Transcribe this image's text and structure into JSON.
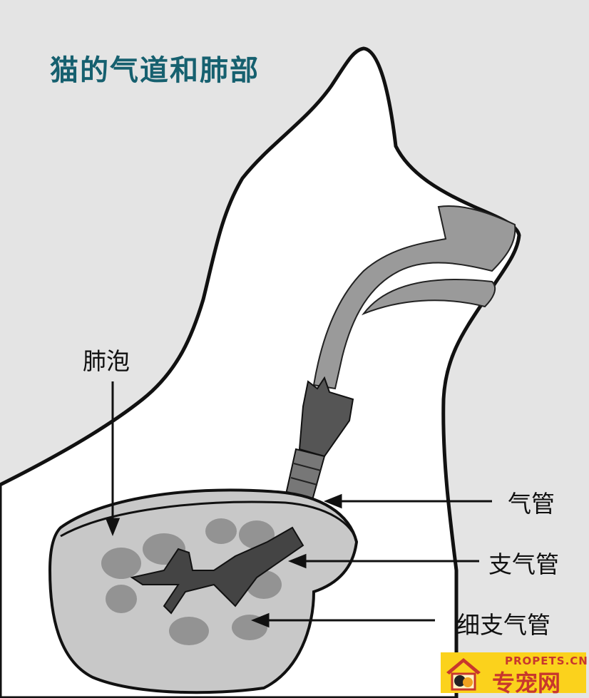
{
  "title": "猫的气道和肺部",
  "labels": {
    "alveoli": "肺泡",
    "trachea": "气管",
    "bronchi": "支气管",
    "bronchioles": "细支气管"
  },
  "logo": {
    "en": "PROPETS.CN",
    "cn": "专宠网"
  },
  "colors": {
    "title": "#16606f",
    "background": "#e4e4e4",
    "logo_bg": "#fbd21c",
    "logo_text": "#c8372d"
  }
}
